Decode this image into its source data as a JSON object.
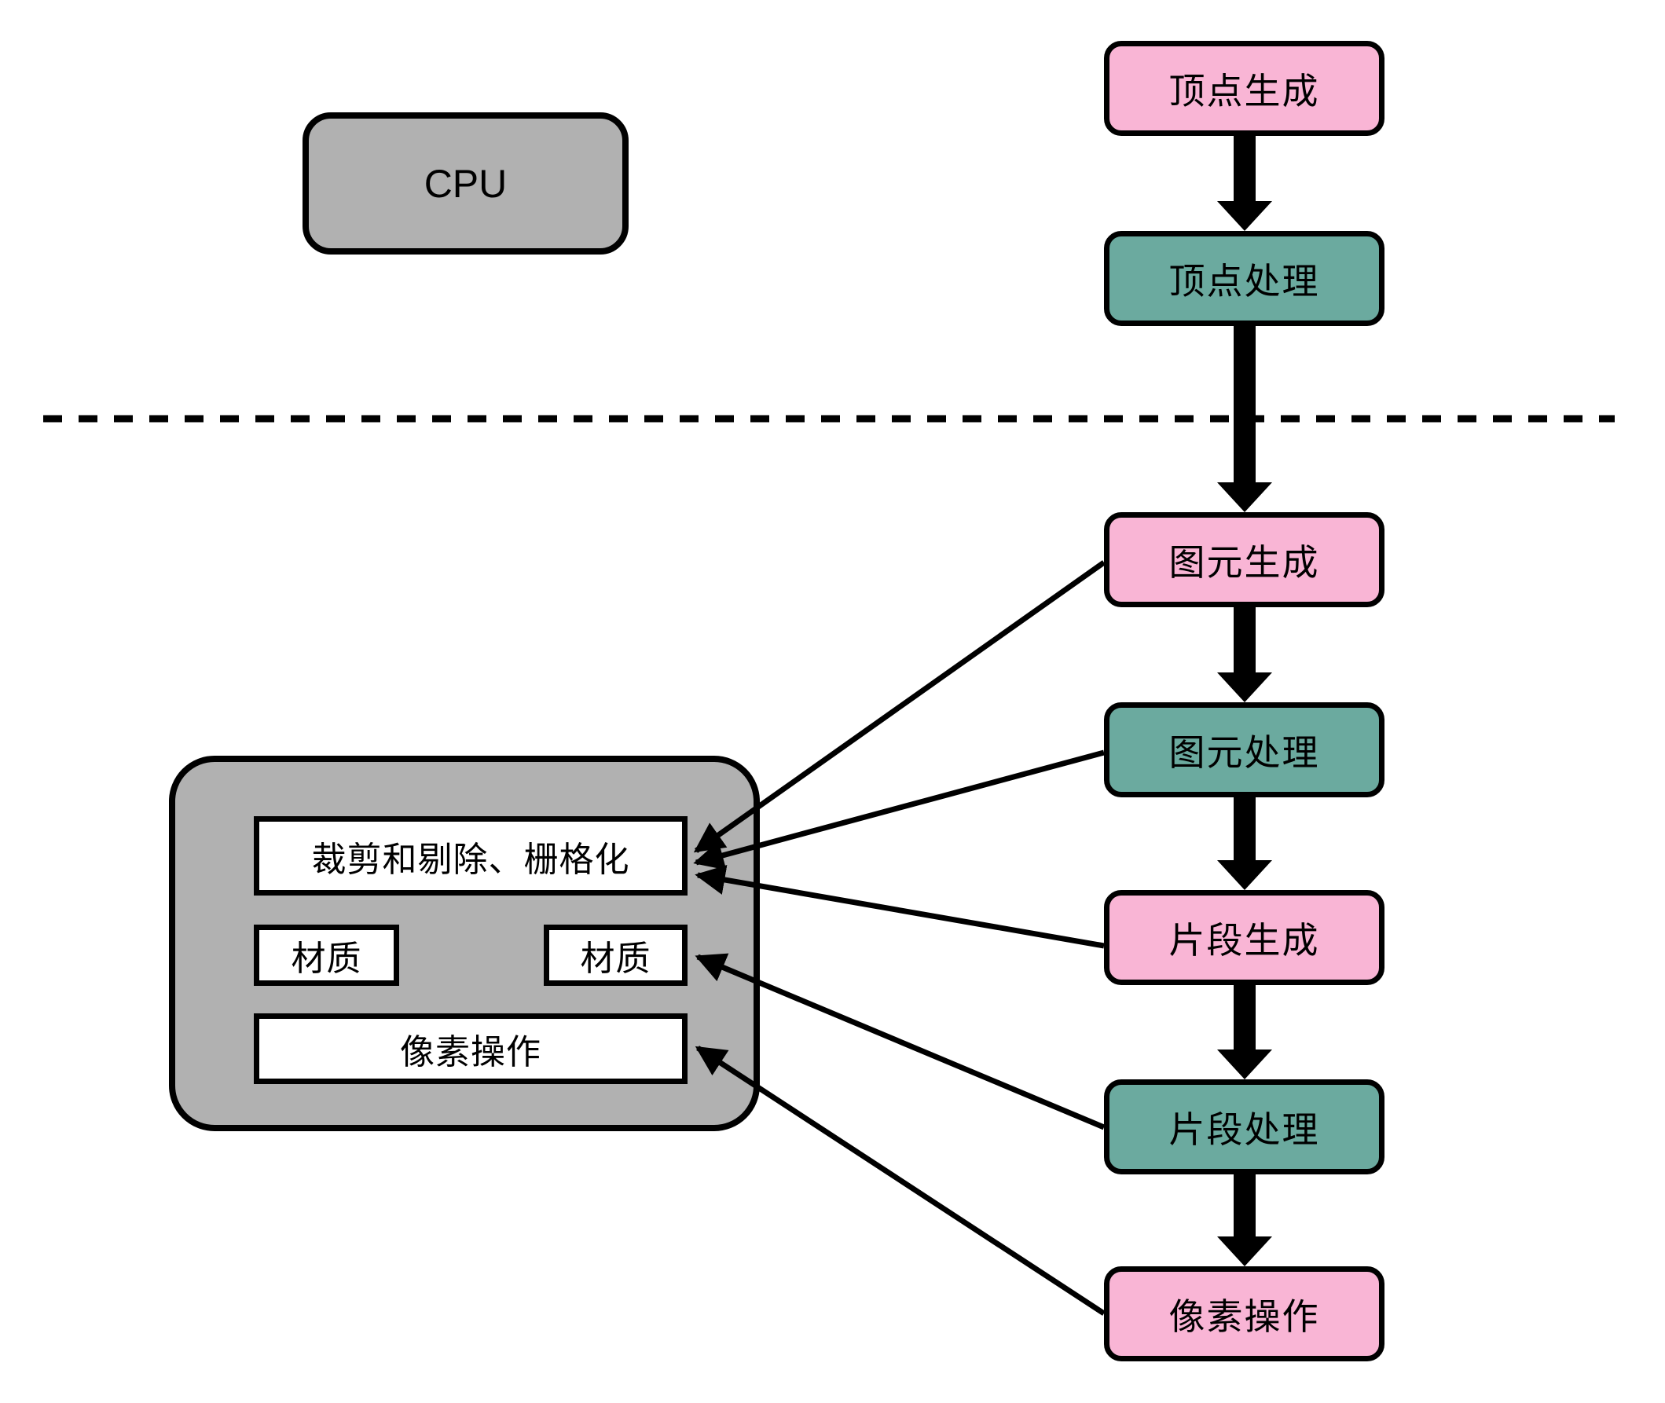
{
  "diagram": {
    "type": "flowchart",
    "title_implicit": "CPU/GPU graphics pipeline",
    "colors": {
      "stage_pink": "#F9B5D5",
      "stage_teal": "#6BAA9F",
      "block_gray": "#B1B1B1",
      "outline": "#000000",
      "subbox_bg": "#FFFFFF"
    },
    "cpu": {
      "label": "CPU"
    },
    "pipeline": {
      "stages": [
        {
          "label": "顶点生成",
          "color": "pink"
        },
        {
          "label": "顶点处理",
          "color": "teal"
        },
        {
          "label": "图元生成",
          "color": "pink"
        },
        {
          "label": "图元处理",
          "color": "teal"
        },
        {
          "label": "片段生成",
          "color": "pink"
        },
        {
          "label": "片段处理",
          "color": "teal"
        },
        {
          "label": "像素操作",
          "color": "pink"
        }
      ]
    },
    "gpu_block": {
      "sub_boxes": [
        {
          "label": "裁剪和剔除、栅格化"
        },
        {
          "label": "材质"
        },
        {
          "label": "材质"
        },
        {
          "label": "像素操作"
        }
      ]
    },
    "connections": [
      {
        "from": "图元生成",
        "to": "裁剪和剔除、栅格化"
      },
      {
        "from": "图元处理",
        "to": "裁剪和剔除、栅格化"
      },
      {
        "from": "片段生成",
        "to": "裁剪和剔除、栅格化"
      },
      {
        "from": "片段处理",
        "to": "材质(右)"
      },
      {
        "from": "像素操作",
        "to": "像素操作(GPU框内)"
      }
    ],
    "divider": {
      "style": "dashed",
      "orientation": "horizontal"
    }
  }
}
